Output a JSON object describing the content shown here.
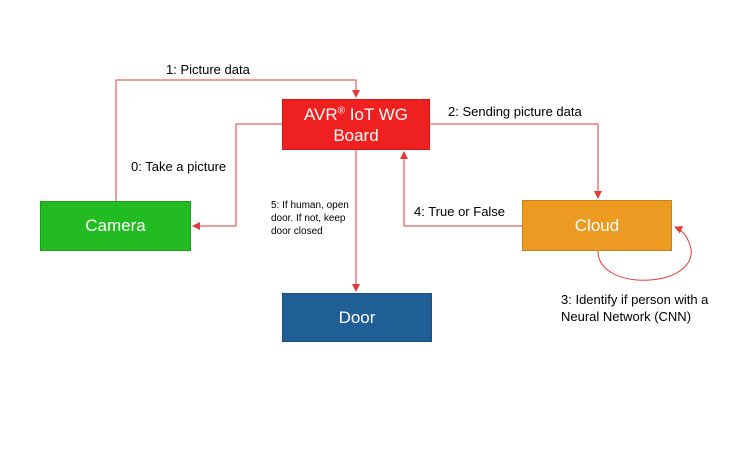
{
  "colors": {
    "board": "#ee2020",
    "camera": "#22bb22",
    "cloud": "#ed9a23",
    "door": "#1f5f96",
    "arrow": "#e23a3a"
  },
  "nodes": {
    "board": {
      "label_main": "AVR",
      "label_sup": "®",
      "label_rest": " IoT WG",
      "label_line2": "Board"
    },
    "camera": {
      "label": "Camera"
    },
    "cloud": {
      "label": "Cloud"
    },
    "door": {
      "label": "Door"
    }
  },
  "edges": {
    "step1": {
      "label": "1: Picture data"
    },
    "step2": {
      "label": "2: Sending picture data"
    },
    "step0": {
      "label": "0: Take a picture"
    },
    "step4": {
      "label": "4: True or False"
    },
    "step5": {
      "label": "5: If human, open door. If not, keep door closed"
    },
    "step3": {
      "label": "3: Identify if person with a Neural Network (CNN)"
    }
  }
}
